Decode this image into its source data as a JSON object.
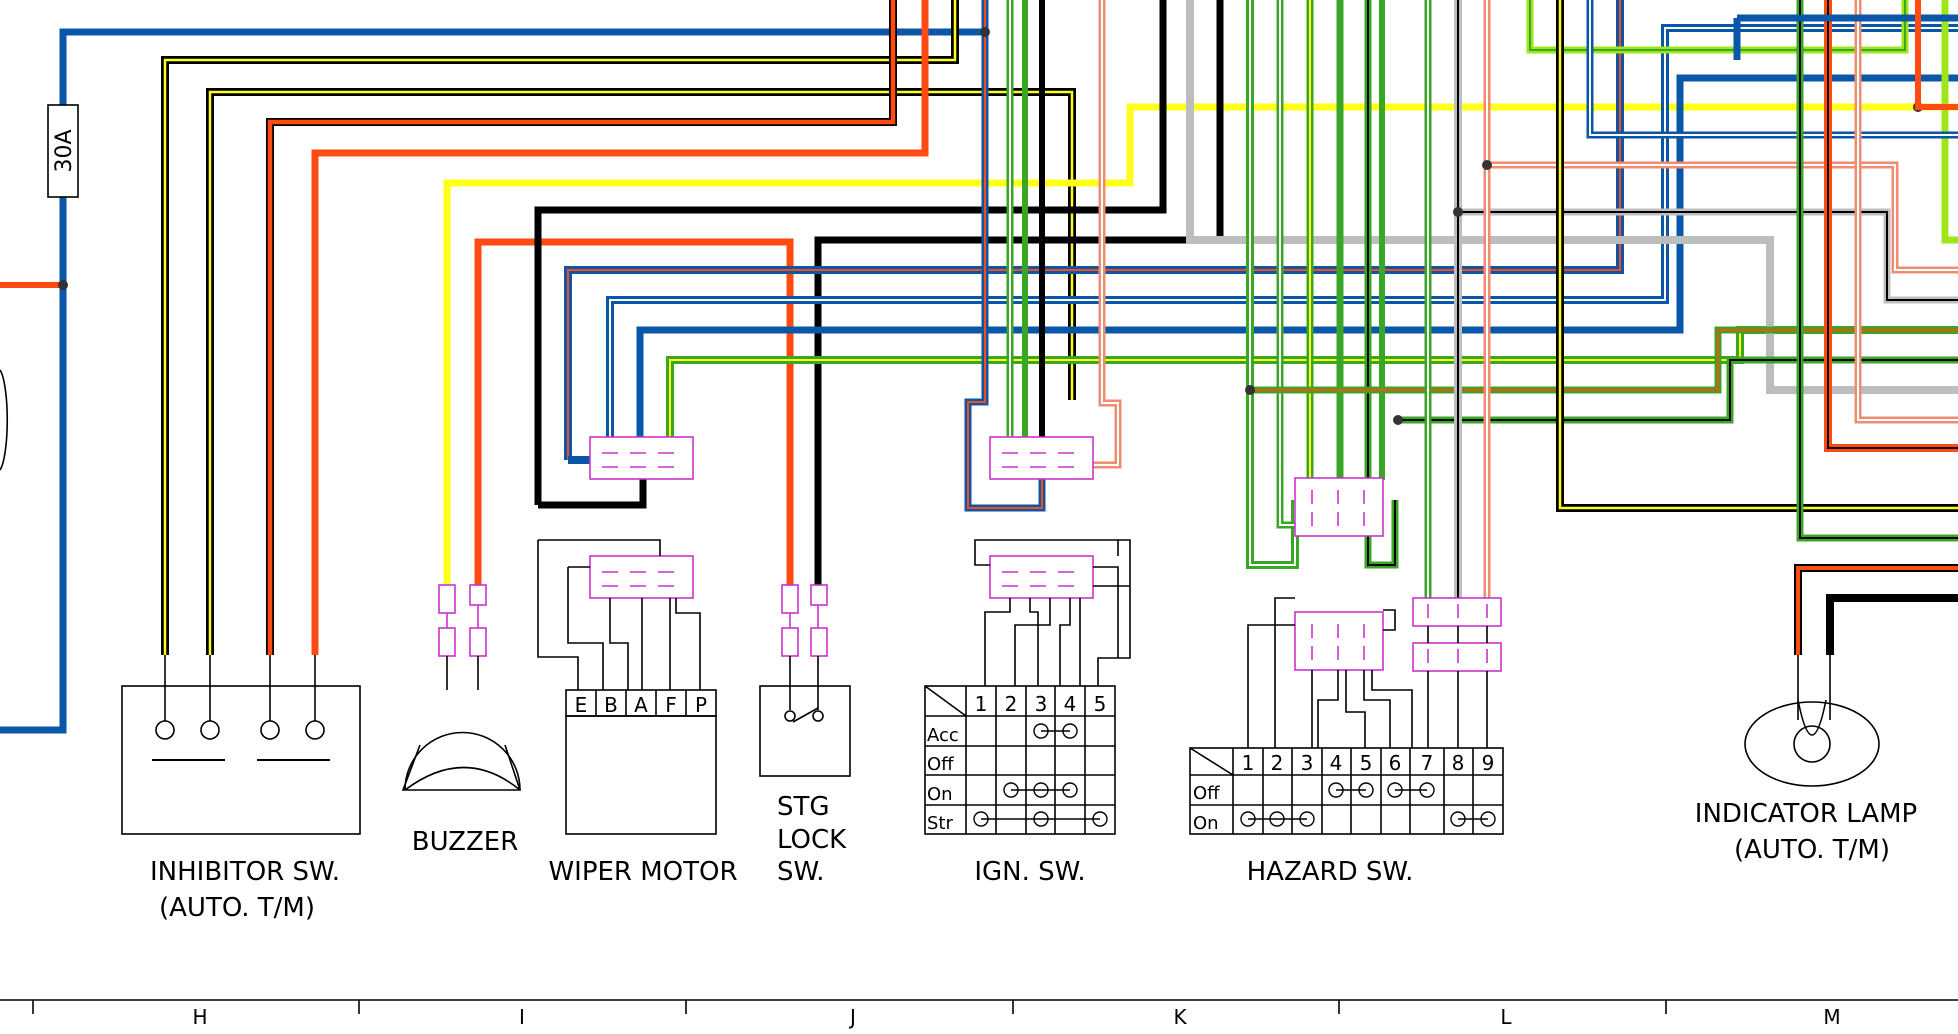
{
  "fuse": {
    "label": "30A"
  },
  "components": {
    "inhibitor_sw": {
      "line1": "INHIBITOR  SW.",
      "line2": "(AUTO.  T/M)"
    },
    "buzzer": {
      "label": "BUZZER"
    },
    "wiper_motor": {
      "label": "WIPER  MOTOR",
      "terminals": [
        "E",
        "B",
        "A",
        "F",
        "P"
      ]
    },
    "stg_lock_sw": {
      "line1": "STG",
      "line2": "LOCK",
      "line3": "SW."
    },
    "ign_sw": {
      "label": "IGN.  SW.",
      "columns": [
        "1",
        "2",
        "3",
        "4",
        "5"
      ],
      "rows": [
        "Acc",
        "Off",
        "On",
        "Str"
      ]
    },
    "hazard_sw": {
      "label": "HAZARD  SW.",
      "columns": [
        "1",
        "2",
        "3",
        "4",
        "5",
        "6",
        "7",
        "8",
        "9"
      ],
      "rows": [
        "Off",
        "On"
      ]
    },
    "indicator_lamp": {
      "line1": "INDICATOR  LAMP",
      "line2": "(AUTO.  T/M)"
    }
  },
  "grid_ruler": {
    "zones": [
      "H",
      "I",
      "J",
      "K",
      "L",
      "M"
    ]
  },
  "colors": {
    "blue": "#0a56a8",
    "orange": "#ff4a12",
    "yellow": "#ffff1a",
    "black": "#000000",
    "green": "#3aa626",
    "light_green": "#9ee61a",
    "grey": "#bdbdbd",
    "salmon": "#f08c70",
    "connector": "#cc33cc"
  }
}
